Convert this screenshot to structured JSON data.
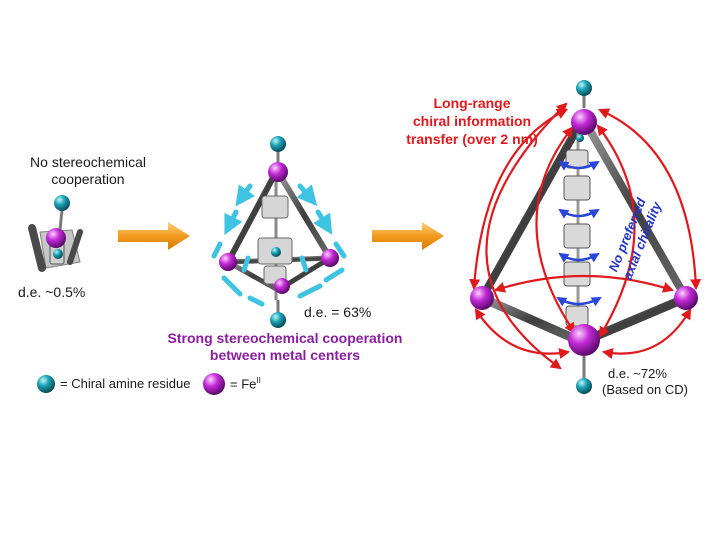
{
  "left_structure": {
    "title_line1": "No stereochemical",
    "title_line2": "cooperation",
    "de": "d.e. ~0.5%"
  },
  "middle_structure": {
    "de": "d.e. = 63%",
    "caption_line1": "Strong stereochemical cooperation",
    "caption_line2": "between metal centers"
  },
  "right_structure": {
    "title_line1": "Long-range",
    "title_line2": "chiral information",
    "title_line3": "transfer (over 2 nm)",
    "axial_line1": "No preferred",
    "axial_line2": "axial chirality",
    "de": "d.e. ~72%",
    "de_note": "(Based on CD)"
  },
  "legend": {
    "amine_label": "= Chiral amine residue",
    "fe_label": "= Fe",
    "fe_superscript": "II"
  },
  "colors": {
    "teal": "#1aa3b5",
    "magenta": "#c22ad6",
    "arrow_orange": "#f29a1f",
    "red_arrow": "#e0191d",
    "cyan_bar": "#3fc3e3",
    "blue_arrow": "#2a46d8",
    "purple_text": "#8a1ea0"
  }
}
